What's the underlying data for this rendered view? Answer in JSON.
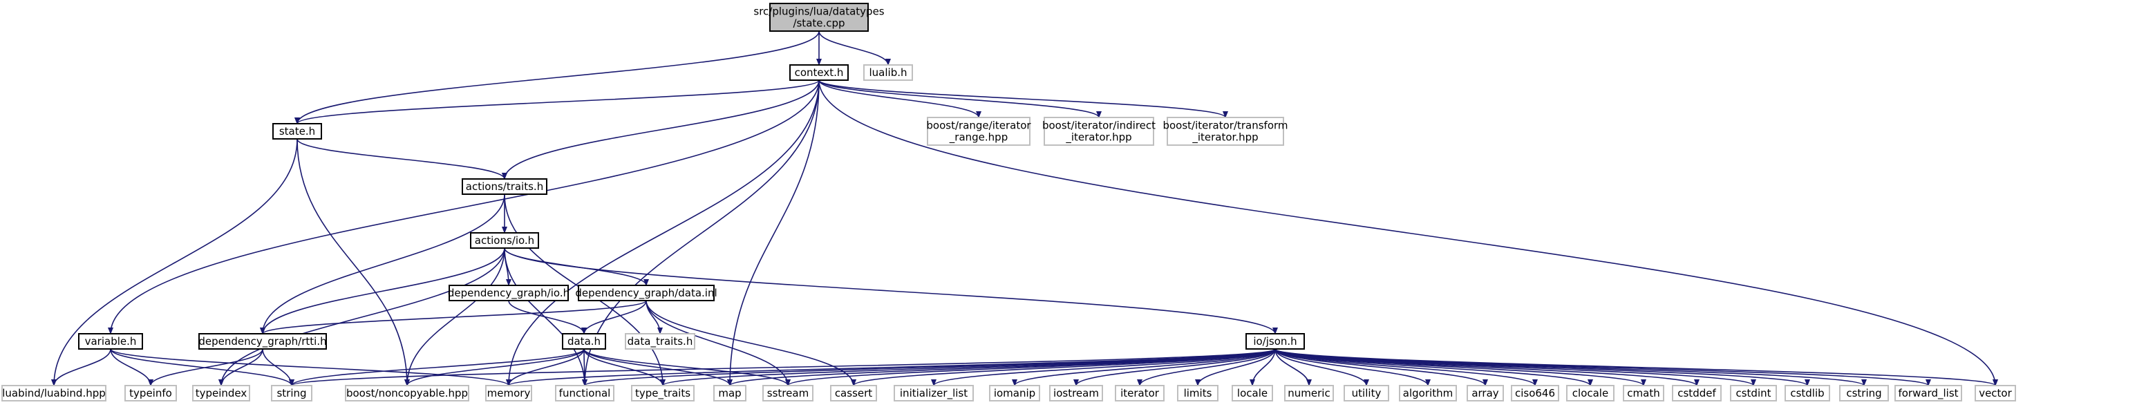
{
  "graph": {
    "colors": {
      "root_fill": "#bfbfbf",
      "node_border": "#000000",
      "external_border": "#bfbfbf",
      "edge_internal": "#191970",
      "edge_external": "#63b8ff"
    },
    "nodes": [
      {
        "id": "state-cpp",
        "lines": [
          "src/plugins/lua/datatypes",
          "/state.cpp"
        ],
        "kind": "root"
      },
      {
        "id": "context-h",
        "lines": [
          "context.h"
        ],
        "kind": "internal"
      },
      {
        "id": "lualib-h",
        "lines": [
          "lualib.h"
        ],
        "kind": "external"
      },
      {
        "id": "state-h",
        "lines": [
          "state.h"
        ],
        "kind": "internal"
      },
      {
        "id": "boost-range-iterator-range",
        "lines": [
          "boost/range/iterator",
          "_range.hpp"
        ],
        "kind": "external"
      },
      {
        "id": "boost-iterator-indirect",
        "lines": [
          "boost/iterator/indirect",
          "_iterator.hpp"
        ],
        "kind": "external"
      },
      {
        "id": "boost-iterator-transform",
        "lines": [
          "boost/iterator/transform",
          "_iterator.hpp"
        ],
        "kind": "external"
      },
      {
        "id": "actions-traits-h",
        "lines": [
          "actions/traits.h"
        ],
        "kind": "internal"
      },
      {
        "id": "actions-io-h",
        "lines": [
          "actions/io.h"
        ],
        "kind": "internal"
      },
      {
        "id": "dependency-graph-io-h",
        "lines": [
          "dependency_graph/io.h"
        ],
        "kind": "internal"
      },
      {
        "id": "dependency-graph-data-inl",
        "lines": [
          "dependency_graph/data.inl"
        ],
        "kind": "internal"
      },
      {
        "id": "variable-h",
        "lines": [
          "variable.h"
        ],
        "kind": "internal"
      },
      {
        "id": "dependency-graph-rtti-h",
        "lines": [
          "dependency_graph/rtti.h"
        ],
        "kind": "internal"
      },
      {
        "id": "data-h",
        "lines": [
          "data.h"
        ],
        "kind": "internal"
      },
      {
        "id": "data-traits-h",
        "lines": [
          "data_traits.h"
        ],
        "kind": "external"
      },
      {
        "id": "io-json-h",
        "lines": [
          "io/json.h"
        ],
        "kind": "internal"
      },
      {
        "id": "luabind-luabind-hpp",
        "lines": [
          "luabind/luabind.hpp"
        ],
        "kind": "external"
      },
      {
        "id": "typeinfo",
        "lines": [
          "typeinfo"
        ],
        "kind": "external"
      },
      {
        "id": "typeindex",
        "lines": [
          "typeindex"
        ],
        "kind": "external"
      },
      {
        "id": "string",
        "lines": [
          "string"
        ],
        "kind": "external"
      },
      {
        "id": "boost-noncopyable-hpp",
        "lines": [
          "boost/noncopyable.hpp"
        ],
        "kind": "external"
      },
      {
        "id": "memory",
        "lines": [
          "memory"
        ],
        "kind": "external"
      },
      {
        "id": "functional",
        "lines": [
          "functional"
        ],
        "kind": "external"
      },
      {
        "id": "type-traits",
        "lines": [
          "type_traits"
        ],
        "kind": "external"
      },
      {
        "id": "map",
        "lines": [
          "map"
        ],
        "kind": "external"
      },
      {
        "id": "sstream",
        "lines": [
          "sstream"
        ],
        "kind": "external"
      },
      {
        "id": "cassert",
        "lines": [
          "cassert"
        ],
        "kind": "external"
      },
      {
        "id": "initializer-list",
        "lines": [
          "initializer_list"
        ],
        "kind": "external"
      },
      {
        "id": "iomanip",
        "lines": [
          "iomanip"
        ],
        "kind": "external"
      },
      {
        "id": "iostream",
        "lines": [
          "iostream"
        ],
        "kind": "external"
      },
      {
        "id": "iterator",
        "lines": [
          "iterator"
        ],
        "kind": "external"
      },
      {
        "id": "limits",
        "lines": [
          "limits"
        ],
        "kind": "external"
      },
      {
        "id": "locale",
        "lines": [
          "locale"
        ],
        "kind": "external"
      },
      {
        "id": "numeric",
        "lines": [
          "numeric"
        ],
        "kind": "external"
      },
      {
        "id": "utility",
        "lines": [
          "utility"
        ],
        "kind": "external"
      },
      {
        "id": "algorithm",
        "lines": [
          "algorithm"
        ],
        "kind": "external"
      },
      {
        "id": "array",
        "lines": [
          "array"
        ],
        "kind": "external"
      },
      {
        "id": "ciso646",
        "lines": [
          "ciso646"
        ],
        "kind": "external"
      },
      {
        "id": "clocale",
        "lines": [
          "clocale"
        ],
        "kind": "external"
      },
      {
        "id": "cmath",
        "lines": [
          "cmath"
        ],
        "kind": "external"
      },
      {
        "id": "cstddef",
        "lines": [
          "cstddef"
        ],
        "kind": "external"
      },
      {
        "id": "cstdint",
        "lines": [
          "cstdint"
        ],
        "kind": "external"
      },
      {
        "id": "cstdlib",
        "lines": [
          "cstdlib"
        ],
        "kind": "external"
      },
      {
        "id": "cstring",
        "lines": [
          "cstring"
        ],
        "kind": "external"
      },
      {
        "id": "forward-list",
        "lines": [
          "forward_list"
        ],
        "kind": "external"
      },
      {
        "id": "vector",
        "lines": [
          "vector"
        ],
        "kind": "external"
      }
    ],
    "edges": [
      [
        "state-cpp",
        "context-h"
      ],
      [
        "state-cpp",
        "lualib-h"
      ],
      [
        "state-cpp",
        "state-h"
      ],
      [
        "context-h",
        "state-h"
      ],
      [
        "context-h",
        "boost-range-iterator-range"
      ],
      [
        "context-h",
        "boost-iterator-indirect"
      ],
      [
        "context-h",
        "boost-iterator-transform"
      ],
      [
        "context-h",
        "actions-traits-h"
      ],
      [
        "context-h",
        "variable-h"
      ],
      [
        "context-h",
        "memory"
      ],
      [
        "context-h",
        "functional"
      ],
      [
        "context-h",
        "map"
      ],
      [
        "context-h",
        "vector"
      ],
      [
        "state-h",
        "actions-traits-h"
      ],
      [
        "state-h",
        "luabind-luabind-hpp"
      ],
      [
        "state-h",
        "boost-noncopyable-hpp"
      ],
      [
        "actions-traits-h",
        "actions-io-h"
      ],
      [
        "actions-traits-h",
        "dependency-graph-rtti-h"
      ],
      [
        "actions-traits-h",
        "type-traits"
      ],
      [
        "actions-io-h",
        "dependency-graph-io-h"
      ],
      [
        "actions-io-h",
        "dependency-graph-data-inl"
      ],
      [
        "actions-io-h",
        "io-json-h"
      ],
      [
        "actions-io-h",
        "dependency-graph-rtti-h"
      ],
      [
        "actions-io-h",
        "typeindex"
      ],
      [
        "actions-io-h",
        "boost-noncopyable-hpp"
      ],
      [
        "actions-io-h",
        "functional"
      ],
      [
        "dependency-graph-io-h",
        "data-h"
      ],
      [
        "dependency-graph-data-inl",
        "data-h"
      ],
      [
        "dependency-graph-data-inl",
        "data-traits-h"
      ],
      [
        "dependency-graph-data-inl",
        "dependency-graph-rtti-h"
      ],
      [
        "dependency-graph-data-inl",
        "sstream"
      ],
      [
        "dependency-graph-data-inl",
        "cassert"
      ],
      [
        "variable-h",
        "luabind-luabind-hpp"
      ],
      [
        "variable-h",
        "typeinfo"
      ],
      [
        "variable-h",
        "string"
      ],
      [
        "variable-h",
        "memory"
      ],
      [
        "dependency-graph-rtti-h",
        "typeinfo"
      ],
      [
        "dependency-graph-rtti-h",
        "typeindex"
      ],
      [
        "dependency-graph-rtti-h",
        "string"
      ],
      [
        "data-h",
        "boost-noncopyable-hpp"
      ],
      [
        "data-h",
        "memory"
      ],
      [
        "data-h",
        "functional"
      ],
      [
        "data-h",
        "type-traits"
      ],
      [
        "data-h",
        "map"
      ],
      [
        "data-h",
        "sstream"
      ],
      [
        "data-h",
        "string"
      ],
      [
        "io-json-h",
        "string"
      ],
      [
        "io-json-h",
        "memory"
      ],
      [
        "io-json-h",
        "functional"
      ],
      [
        "io-json-h",
        "type-traits"
      ],
      [
        "io-json-h",
        "map"
      ],
      [
        "io-json-h",
        "sstream"
      ],
      [
        "io-json-h",
        "cassert"
      ],
      [
        "io-json-h",
        "initializer-list"
      ],
      [
        "io-json-h",
        "iomanip"
      ],
      [
        "io-json-h",
        "iostream"
      ],
      [
        "io-json-h",
        "iterator"
      ],
      [
        "io-json-h",
        "limits"
      ],
      [
        "io-json-h",
        "locale"
      ],
      [
        "io-json-h",
        "numeric"
      ],
      [
        "io-json-h",
        "utility"
      ],
      [
        "io-json-h",
        "algorithm"
      ],
      [
        "io-json-h",
        "array"
      ],
      [
        "io-json-h",
        "ciso646"
      ],
      [
        "io-json-h",
        "clocale"
      ],
      [
        "io-json-h",
        "cmath"
      ],
      [
        "io-json-h",
        "cstddef"
      ],
      [
        "io-json-h",
        "cstdint"
      ],
      [
        "io-json-h",
        "cstdlib"
      ],
      [
        "io-json-h",
        "cstring"
      ],
      [
        "io-json-h",
        "forward-list"
      ],
      [
        "io-json-h",
        "vector"
      ]
    ]
  }
}
